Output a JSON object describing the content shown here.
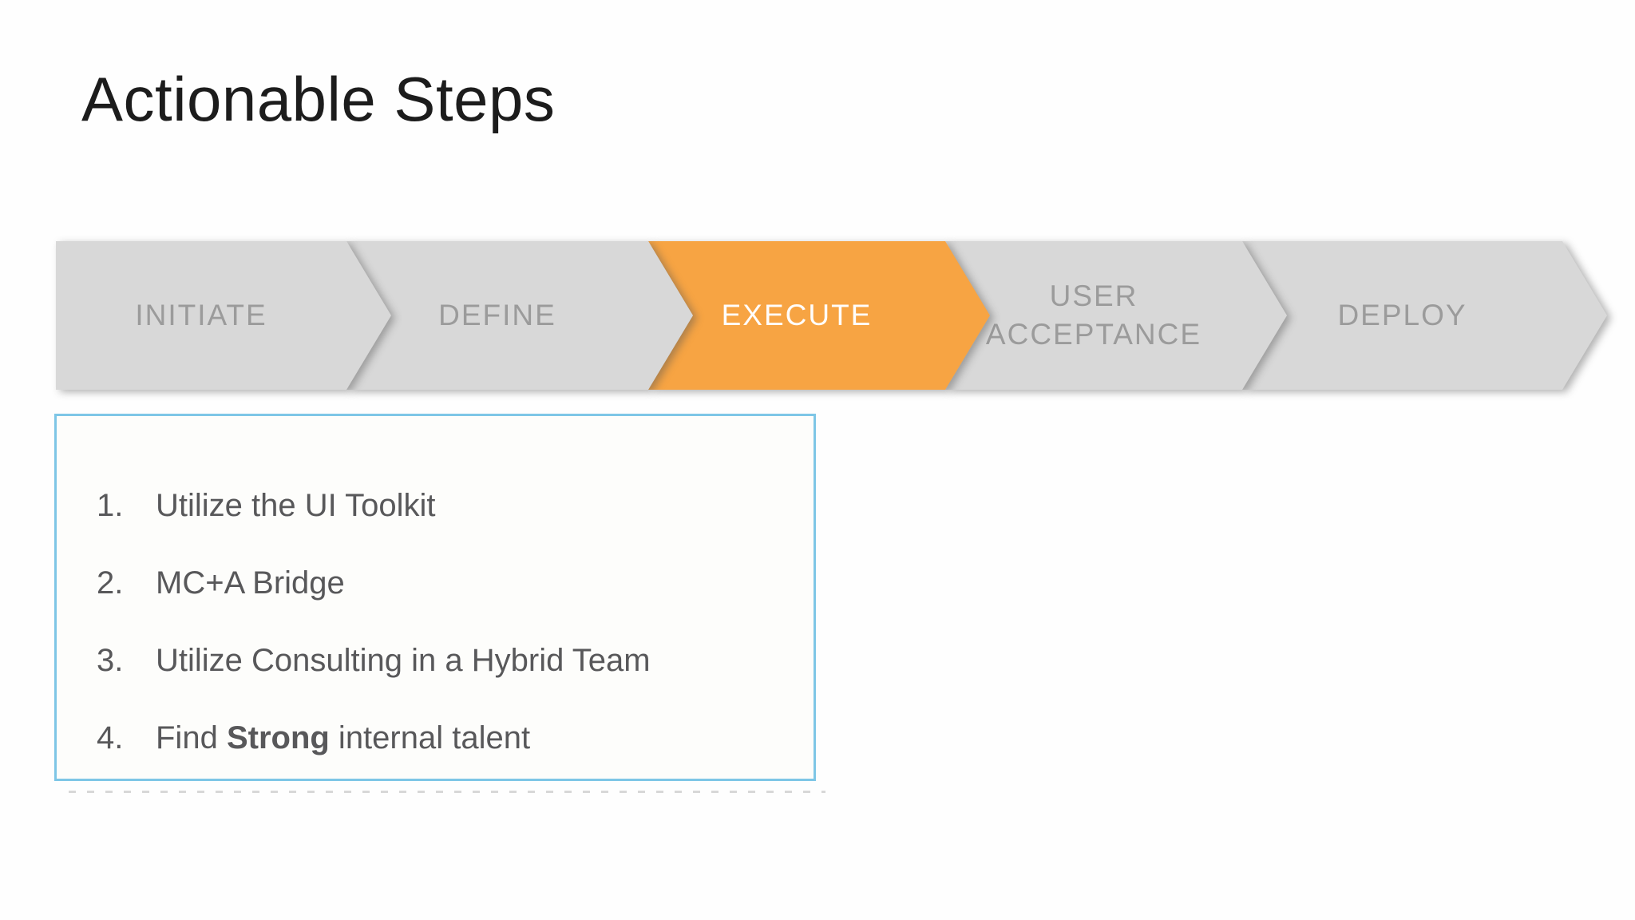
{
  "slide": {
    "title": "Actionable Steps"
  },
  "process_steps": [
    {
      "label": "INITIATE",
      "state": "inactive"
    },
    {
      "label": "DEFINE",
      "state": "inactive"
    },
    {
      "label": "EXECUTE",
      "state": "active"
    },
    {
      "label": "USER ACCEPTANCE",
      "state": "inactive"
    },
    {
      "label": "DEPLOY",
      "state": "inactive"
    }
  ],
  "action_list": {
    "items": [
      {
        "num": "1.",
        "parts": [
          {
            "text": "Utilize the UI Toolkit",
            "bold": false
          }
        ]
      },
      {
        "num": "2.",
        "parts": [
          {
            "text": "MC+A Bridge",
            "bold": false
          }
        ]
      },
      {
        "num": "3.",
        "parts": [
          {
            "text": "Utilize Consulting in a Hybrid Team",
            "bold": false
          }
        ]
      },
      {
        "num": "4.",
        "parts": [
          {
            "text": "Find ",
            "bold": false
          },
          {
            "text": "Strong",
            "bold": true
          },
          {
            "text": " internal talent",
            "bold": false
          }
        ]
      }
    ]
  },
  "colors": {
    "active_step": "#f7a443",
    "inactive_step": "#d8d8d8",
    "inactive_step_text": "#9b9b9b",
    "active_step_text": "#ffffff",
    "list_box_border": "#7ec6e6",
    "list_text": "#58585a",
    "title_text": "#1c1c1c",
    "background": "#fefefe"
  }
}
